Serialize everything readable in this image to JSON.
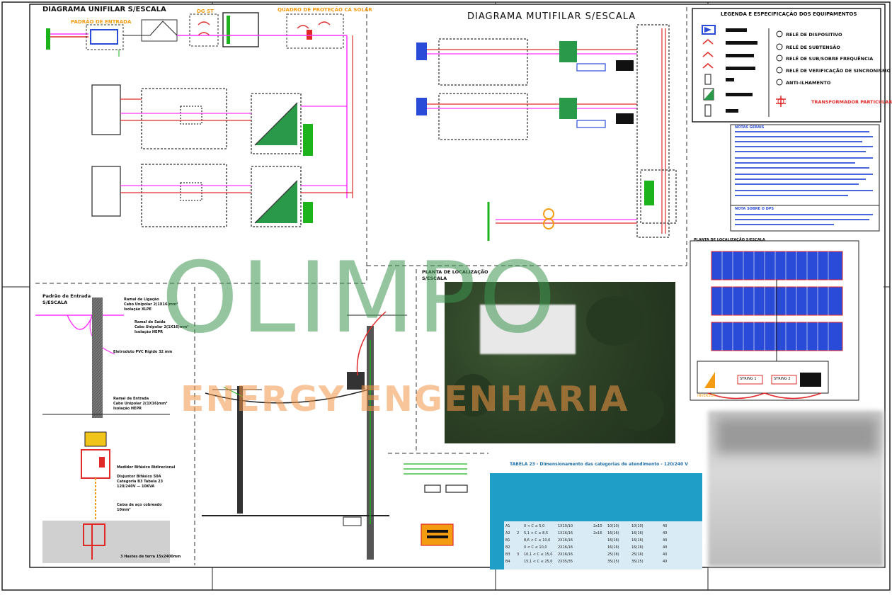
{
  "titles": {
    "unifilar": "DIAGRAMA UNIFILAR S/ESCALA",
    "multifilar": "DIAGRAMA MUTIFILAR S/ESCALA",
    "legenda": "LEGENDA E ESPECIFICAÇÃO DOS EQUIPAMENTOS",
    "padrao_entrada": "PADRÃO DE ENTRADA",
    "quadro_protecao": "QUADRO DE PROTEÇÃO CA SOLAR",
    "dps": "DG ST",
    "planta_localizacao": "PLANTA DE LOCALIZAÇÃO",
    "planta_escala": "S/ESCALA",
    "planta_arranjo": "PLANTA DE LOCALIZAÇÃO S/ESCALA",
    "padrao_entrada_detalhe": "Padrão de Entrada",
    "padrao_escala": "S/ESCALA",
    "tabela": "TABELA 23 - Dimensionamento das categorias de atendimento - 120/240 V"
  },
  "legend_items": [
    "RELÉ DE DISPOSITIVO",
    "RELÉ DE SUBTENSÃO",
    "RELÉ DE SUB/SOBRE FREQUÊNCIA",
    "RELÉ DE VERIFICAÇÃO DE SINCRONISMO",
    "ANTI-ILHAMENTO",
    "TRANSFORMADOR PARTICULAR"
  ],
  "notes_headers": [
    "NOTAS GERAIS",
    "NOTA SOBRE O DPS"
  ],
  "pole_labels": [
    "Ramal de Ligação",
    "Cabo Unipolar 2(1X16)mm²",
    "Isolação XLPE",
    "Ramal de Saída",
    "Cabo Unipolar 2(1X16)mm²",
    "Isolação HEPR",
    "Eletroduto PVC Rígido 32 mm",
    "Ramal de Entrada",
    "Cabo Unipolar 2(1X16)mm²",
    "Isolação HEPR",
    "Medidor Bifásico Bidirecional",
    "Disjuntor Bifásico 50A",
    "Categoria B3 Tabela 23",
    "120/240V — 10KVA",
    "Caixa de aço cobreado",
    "10mm²",
    "3 Hastes de terra 15x2400mm"
  ],
  "arrangement_labels": [
    "STRING 1",
    "STRING 2",
    "INVERSOR"
  ],
  "watermark": {
    "line1": "OLIMPO",
    "line2": "ENERGY ENGENHARIA"
  },
  "table_rows": [
    [
      "A1",
      "",
      "0 < C ≤ 5,0",
      "1X10/10",
      "",
      "2x10",
      "10(10)",
      "10(10)",
      "",
      "40"
    ],
    [
      "A2",
      "2",
      "5,1 < C ≤ 8,5",
      "1X16/16",
      "",
      "2x16",
      "16(16)",
      "16(16)",
      "",
      "40"
    ],
    [
      "B1",
      "",
      "8,6 < C ≤ 10,0",
      "2X16/16",
      "",
      "",
      "16(16)",
      "16(16)",
      "",
      "40"
    ],
    [
      "B2",
      "",
      "0 < C ≤ 10,0",
      "2X16/16",
      "",
      "",
      "16(16)",
      "16(16)",
      "",
      "40"
    ],
    [
      "B3",
      "3",
      "10,1 < C ≤ 15,0",
      "2X16/16",
      "",
      "",
      "25(16)",
      "25(16)",
      "",
      "40"
    ],
    [
      "B4",
      "",
      "15,1 < C ≤ 25,0",
      "2X35/35",
      "",
      "",
      "35(25)",
      "35(25)",
      "",
      "40"
    ]
  ],
  "colors": {
    "green": "#1db31d",
    "red": "#e02a2a",
    "magenta": "#ff33ff",
    "blue": "#2a4bd8",
    "orange": "#f39c12",
    "teal": "#1f9fc8"
  }
}
